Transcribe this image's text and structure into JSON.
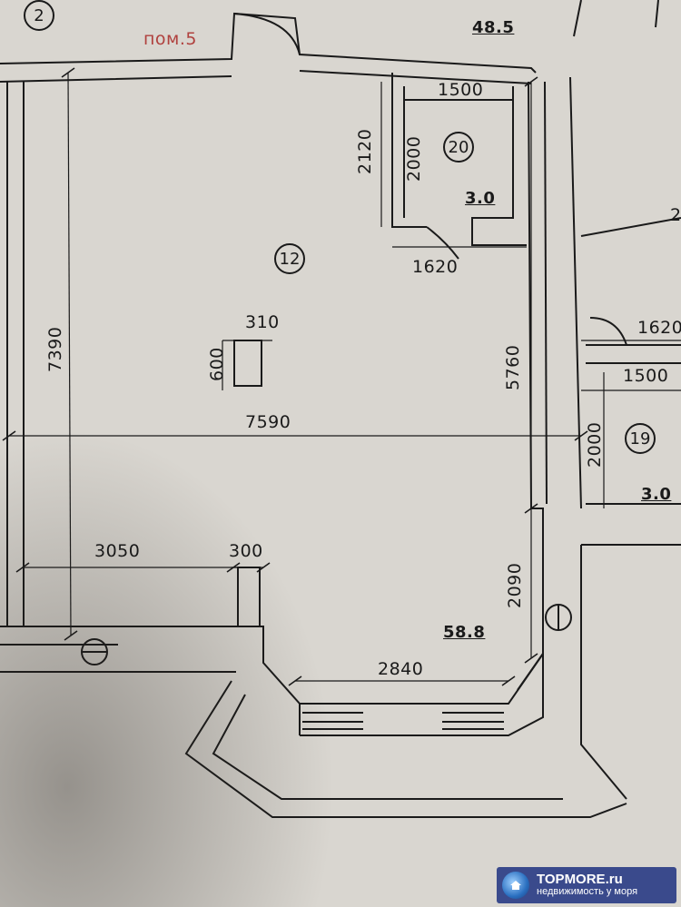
{
  "room_tag": "пом.5",
  "grid_axis": "2",
  "areas": {
    "top": "48.5",
    "main": "58.8",
    "bath_20": "3.0",
    "bath_19": "3.0"
  },
  "rooms": {
    "main": "12",
    "bath_a": "20",
    "bath_b": "19"
  },
  "dimensions": {
    "bath_width": "1500",
    "bath_outer_height": "2120",
    "bath_inner_height": "2000",
    "bath_outer_width": "1620",
    "column_w": "310",
    "column_h": "600",
    "room_height": "7390",
    "right_wall": "5760",
    "room_width": "7590",
    "left_span": "3050",
    "wall_thk": "300",
    "bay_depth": "2090",
    "bay_width": "2840",
    "right_outer": "1620",
    "right_inner": "1500",
    "right_height": "2000",
    "edge_fragment": "2"
  },
  "watermark": {
    "title": "TOPMORE.ru",
    "subtitle": "недвижимость у моря"
  },
  "colors": {
    "ink": "#1a1a1a",
    "paper": "#d9d6d0",
    "room_tag": "#b0413e",
    "watermark_bg": "#3a4a8c"
  }
}
